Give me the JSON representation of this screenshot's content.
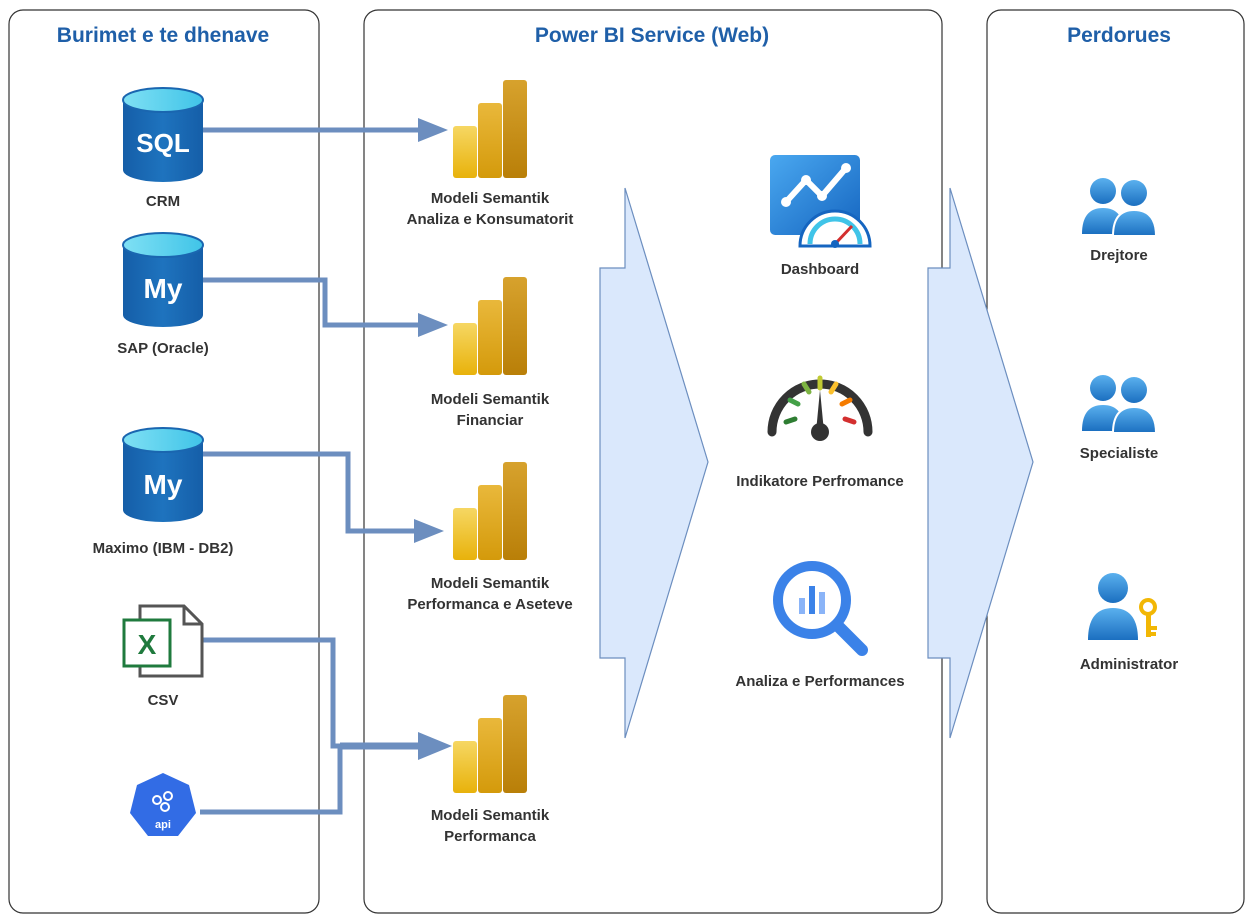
{
  "panels": {
    "sources": {
      "title": "Burimet e te dhenave"
    },
    "service": {
      "title": "Power BI Service (Web)"
    },
    "users": {
      "title": "Perdorues"
    }
  },
  "sources": [
    {
      "label": "CRM",
      "icon": "sql-database-icon",
      "icon_text": "SQL"
    },
    {
      "label": "SAP (Oracle)",
      "icon": "mysql-database-icon",
      "icon_text": "My"
    },
    {
      "label": "Maximo (IBM - DB2)",
      "icon": "mysql-database-icon",
      "icon_text": "My"
    },
    {
      "label": "CSV",
      "icon": "excel-file-icon",
      "icon_text": "X"
    },
    {
      "label": "",
      "icon": "api-icon",
      "icon_text": "api"
    }
  ],
  "models": [
    {
      "line1": "Modeli Semantik",
      "line2": "Analiza e Konsumatorit",
      "icon": "power-bi-icon"
    },
    {
      "line1": "Modeli Semantik",
      "line2": "Financiar",
      "icon": "power-bi-icon"
    },
    {
      "line1": "Modeli Semantik",
      "line2": "Performanca e Aseteve",
      "icon": "power-bi-icon"
    },
    {
      "line1": "Modeli Semantik",
      "line2": "Performanca",
      "icon": "power-bi-icon"
    }
  ],
  "outputs": [
    {
      "label": "Dashboard",
      "icon": "dashboard-chart-icon"
    },
    {
      "label": "Indikatore Perfromance",
      "icon": "gauge-icon"
    },
    {
      "label": "Analiza e Performances",
      "icon": "analytics-search-icon"
    }
  ],
  "users": [
    {
      "label": "Drejtore",
      "icon": "users-group-icon"
    },
    {
      "label": "Specialiste",
      "icon": "users-group-icon"
    },
    {
      "label": "Administrator",
      "icon": "admin-user-key-icon"
    }
  ],
  "colors": {
    "panel_title": "#1f5fa8",
    "connector": "#6c8ebf",
    "flow_arrow_fill": "#dae8fc",
    "power_bi_gold": "#f2c811",
    "database_blue": "#1e73be",
    "excel_green": "#1f7a3d",
    "api_blue": "#326ce5",
    "user_blue": "#2a86d0"
  }
}
